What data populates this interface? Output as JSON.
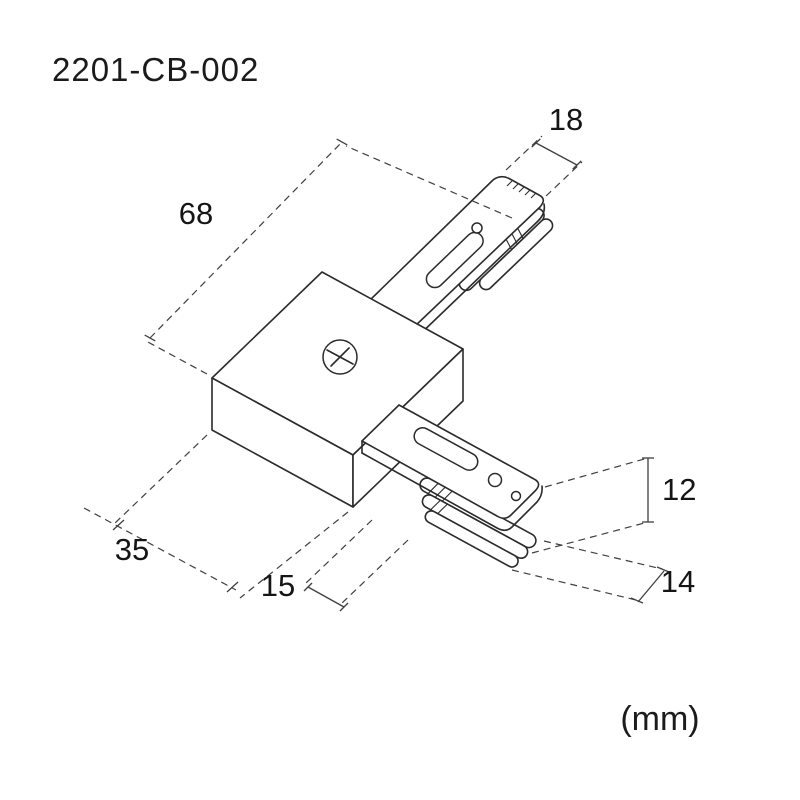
{
  "part_number": "2201-CB-002",
  "unit_label": "(mm)",
  "dimensions": {
    "overall_length": "68",
    "track_end_width": "18",
    "body_width": "35",
    "body_edge_offset": "15",
    "track_end_height": "12",
    "track_end_bottom_width": "14"
  },
  "colors": {
    "outline": "#2b2b2b",
    "dimension_line": "#3f3f3f",
    "text": "#151515",
    "background": "#ffffff"
  }
}
